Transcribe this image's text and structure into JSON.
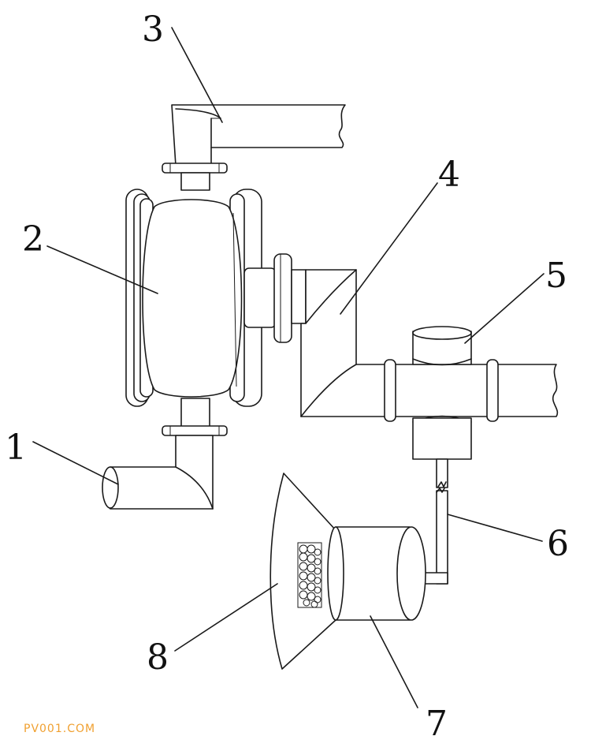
{
  "labels": {
    "l1": "1",
    "l2": "2",
    "l3": "3",
    "l4": "4",
    "l5": "5",
    "l6": "6",
    "l7": "7",
    "l8": "8"
  },
  "watermark": {
    "text": "PV001.COM",
    "color": "#f0a030"
  },
  "colors": {
    "line": "#1a1a1a",
    "background": "#ffffff"
  }
}
